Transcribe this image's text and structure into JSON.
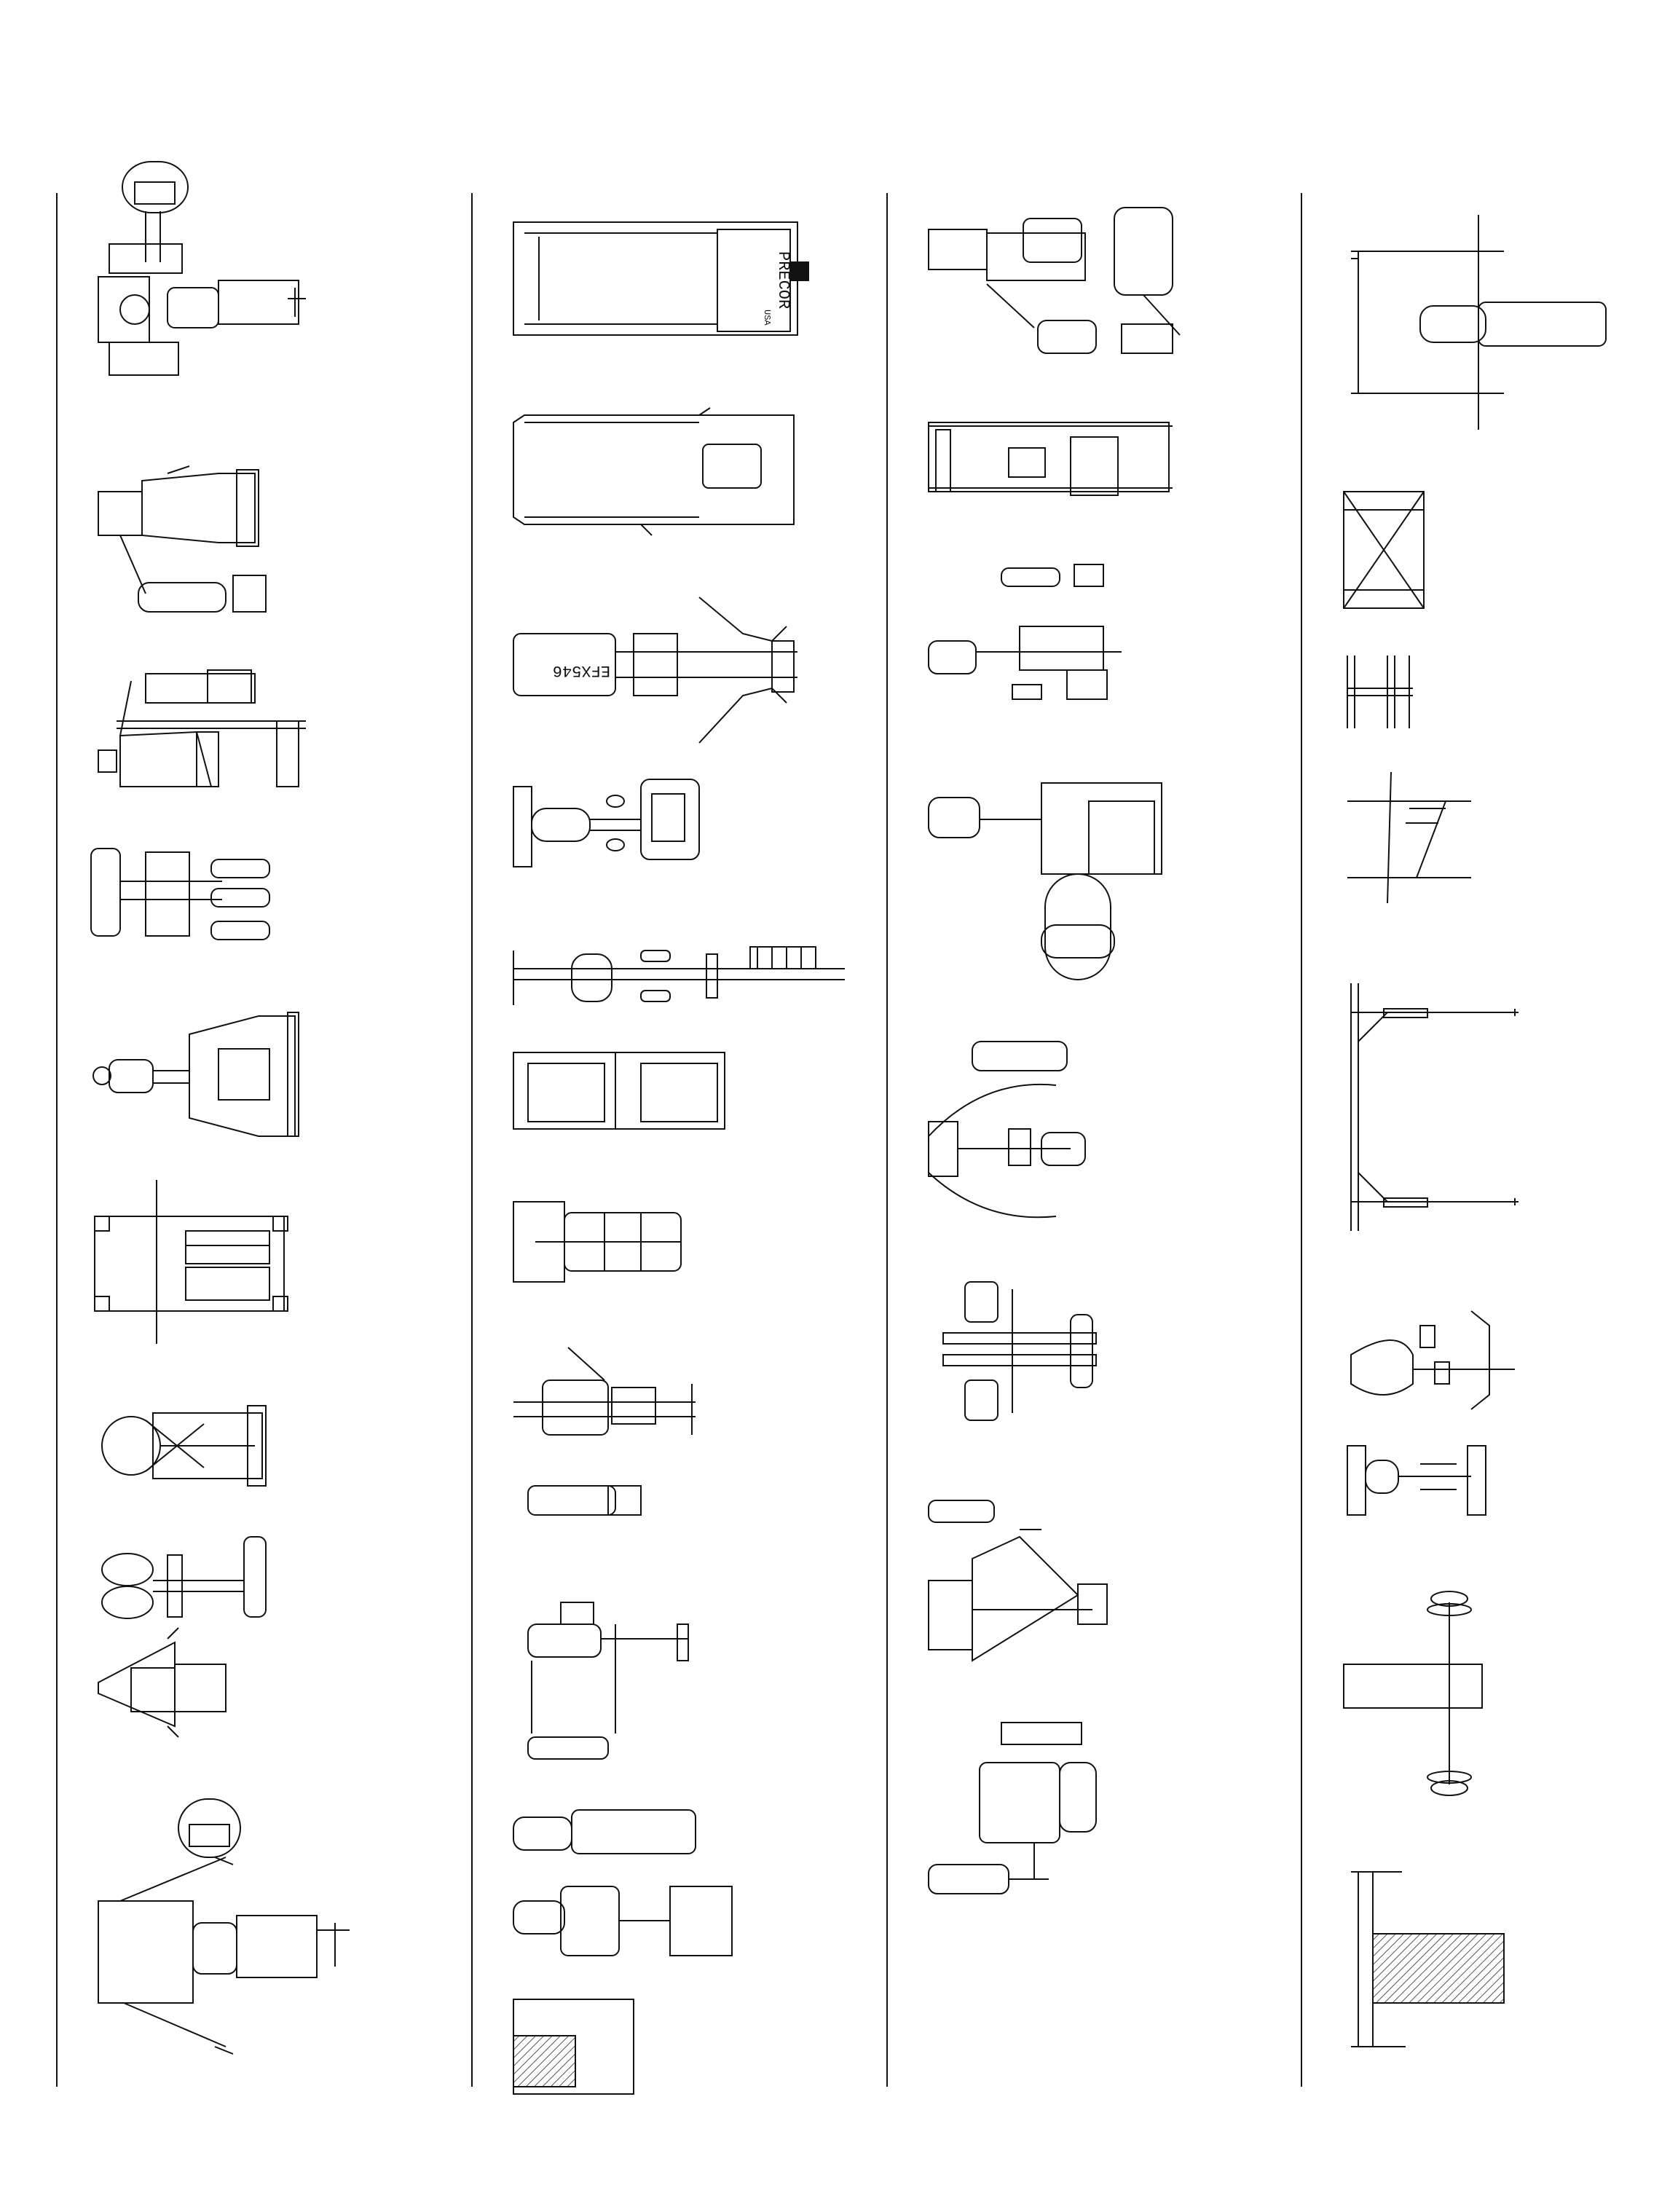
{
  "sheet": {
    "line_color": "#111111",
    "fill_hatch": "#555555",
    "background": "#ffffff"
  },
  "labels": {
    "treadmill_brand": "PRECOR",
    "treadmill_sub": "USA",
    "elliptical_model": "EFX546"
  },
  "columns": [
    {
      "id": "column-1",
      "items": [
        "multi-press-station",
        "seated-chest-machine",
        "leg-extension-machine",
        "leg-curl-machine",
        "seated-row-machine",
        "squat-rack-platform",
        "pec-fly-machine",
        "hip-abductor-machine",
        "lat-pulldown-machine",
        "crossover-station"
      ]
    },
    {
      "id": "column-2",
      "items": [
        "treadmill-precor",
        "treadmill-2",
        "elliptical-efx546",
        "recumbent-bike",
        "leg-press-sled",
        "leg-press-frame",
        "hack-squat-machine",
        "shoulder-press-machine",
        "cable-row-machine",
        "flat-bench",
        "ab-bench",
        "storage-rack"
      ]
    },
    {
      "id": "column-3",
      "items": [
        "chest-press-station",
        "smith-machine",
        "arm-curl-station",
        "calf-raise-machine",
        "multi-gym-1",
        "dual-seat-station",
        "multi-gym-2",
        "multi-gym-3"
      ]
    },
    {
      "id": "column-4",
      "items": [
        "power-rack-bench",
        "dumbbell-stand-x",
        "dumbbell-stand-h",
        "incline-rack",
        "long-rack",
        "preacher-bench",
        "dumbbell-rack",
        "barbell-bench",
        "weight-plate-rack"
      ]
    }
  ]
}
